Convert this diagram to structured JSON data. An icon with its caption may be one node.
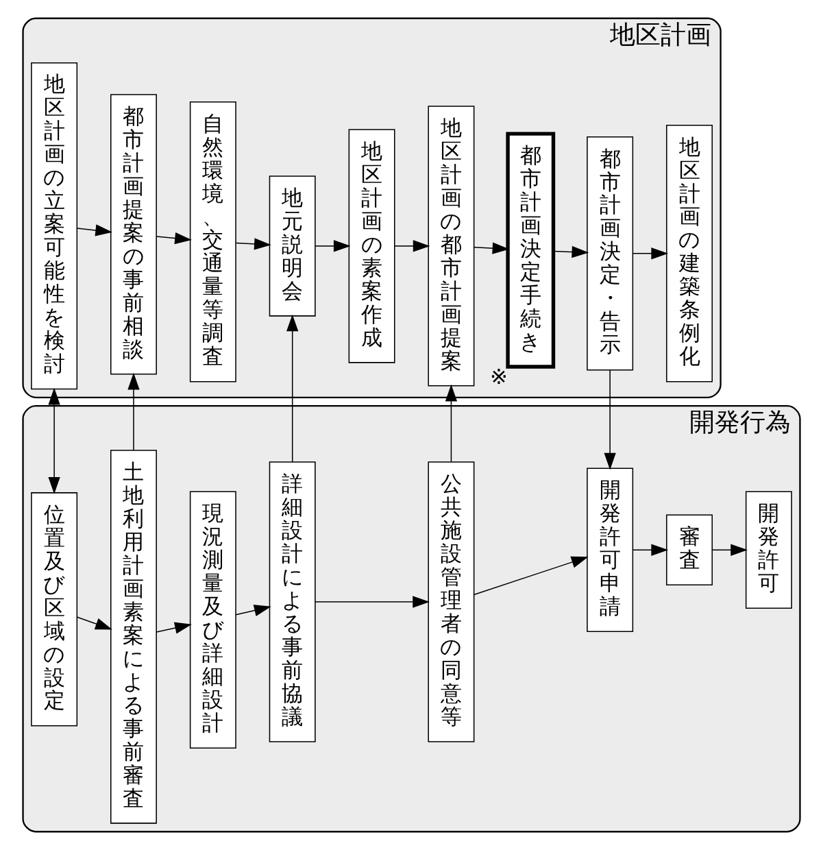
{
  "diagram": {
    "nodes": [
      {
        "text": [
          "地区計画"
        ]
      },
      {
        "text": [
          "地区計画の立案可能性を検討"
        ],
        "in": 0
      },
      {
        "text": [
          "都市計画提案の事前相談"
        ],
        "in": 0
      },
      {
        "text": [
          "自然環境、交通量等調査"
        ],
        "in": 0
      },
      {
        "text": [
          "地元説明会"
        ],
        "in": 0
      },
      {
        "text": [
          "地区計画の素案作成"
        ],
        "in": 0
      },
      {
        "text": [
          "地区計画の都市計画提案"
        ],
        "in": 0
      },
      {
        "text": [
          "都市計画決定手続き"
        ],
        "in": 0,
        "beside": [
          "※"
        ]
      },
      {
        "text": [
          "都市計画決定・告示"
        ],
        "in": 0
      },
      {
        "text": [
          "地区計画の建築条例化"
        ],
        "in": 0
      },
      {
        "text": [
          "開発行為"
        ]
      },
      {
        "text": [
          "位置及び区域の設定"
        ],
        "in": 10
      },
      {
        "text": [
          "土地利用計画素案による事前審査"
        ],
        "in": 10
      },
      {
        "text": [
          "現況測量及び詳細設計"
        ],
        "in": 10
      },
      {
        "text": [
          "詳細設計による事前協議"
        ],
        "in": 10
      },
      {
        "text": [
          "公共施設管理者の同意等"
        ],
        "in": 10
      },
      {
        "text": [
          "開発許可申請"
        ],
        "in": 10
      },
      {
        "text": [
          "審査"
        ],
        "in": 10
      },
      {
        "text": [
          "開発許可"
        ],
        "in": 10
      }
    ],
    "edges": [
      {
        "from": 1,
        "to": 2,
        "arrow": "to"
      },
      {
        "from": 2,
        "to": 3,
        "arrow": "to"
      },
      {
        "from": 3,
        "to": 4,
        "arrow": "to"
      },
      {
        "from": 4,
        "to": 5,
        "arrow": "to"
      },
      {
        "from": 5,
        "to": 6,
        "arrow": "to"
      },
      {
        "from": 6,
        "to": 7,
        "arrow": "to"
      },
      {
        "from": 7,
        "to": 8,
        "arrow": "to"
      },
      {
        "from": 8,
        "to": 9,
        "arrow": "to"
      },
      {
        "from": 11,
        "to": 12,
        "arrow": "to"
      },
      {
        "from": 12,
        "to": 13,
        "arrow": "to"
      },
      {
        "from": 13,
        "to": 14,
        "arrow": "to"
      },
      {
        "from": 14,
        "to": 15,
        "arrow": "to"
      },
      {
        "from": 15,
        "to": 16,
        "arrow": "to"
      },
      {
        "from": 16,
        "to": 17,
        "arrow": "to"
      },
      {
        "from": 17,
        "to": 18,
        "arrow": "to"
      },
      {
        "from": 1,
        "to": 11,
        "arrow": "both"
      },
      {
        "from": 12,
        "to": 2,
        "arrow": "to"
      },
      {
        "from": 14,
        "to": 4,
        "arrow": "to"
      },
      {
        "from": 15,
        "to": 6,
        "arrow": "to"
      },
      {
        "from": 8,
        "to": 16,
        "arrow": "to"
      }
    ]
  }
}
